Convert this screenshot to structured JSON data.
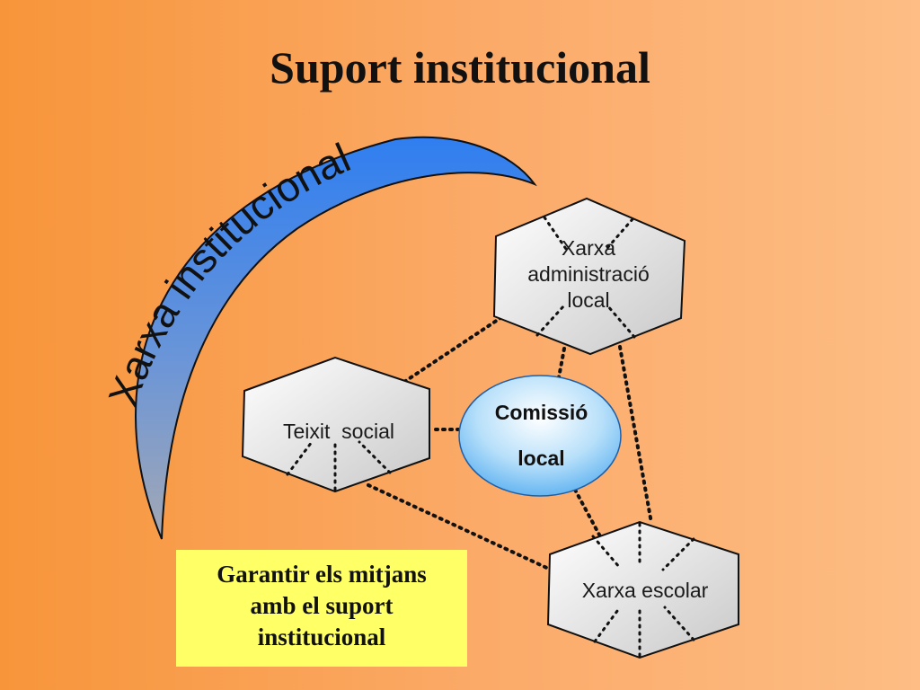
{
  "title": "Suport  institucional",
  "arc_label": "Xarxa institucional",
  "nodes": {
    "admin": "Xarxa administració local",
    "admin_lines": [
      "Xarxa",
      "administració",
      "local"
    ],
    "teixit": "Teixit  social",
    "escolar": "Xarxa escolar",
    "comissio_line1": "Comissió",
    "comissio_line2": "local"
  },
  "note_lines": [
    "Garantir els mitjans",
    "amb el suport",
    "institucional"
  ],
  "colors": {
    "arc_blue": "#3f86e8",
    "arc_gray": "#9aa3b3",
    "hex_fill": "#d9d9d9",
    "note_bg": "#ffff66",
    "ellipse_blue": "#7ec0f0"
  }
}
